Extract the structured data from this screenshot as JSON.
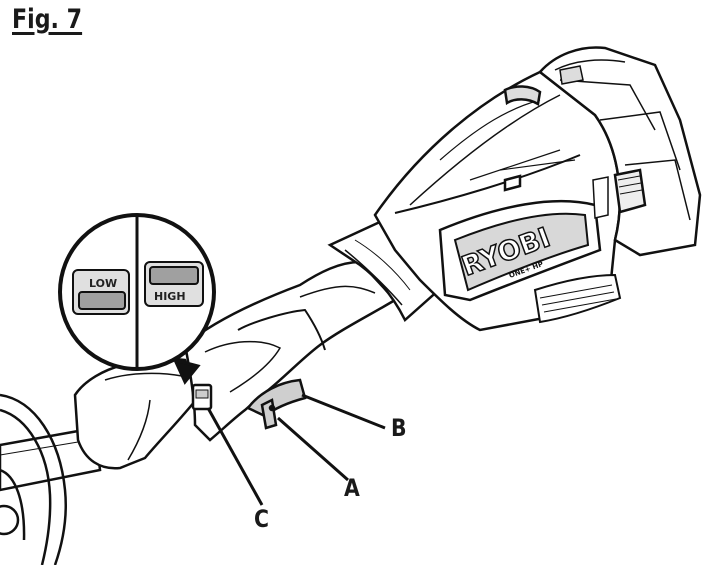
{
  "figure": {
    "title": "Fig. 7"
  },
  "inset": {
    "switch_low_label": "LOW",
    "switch_high_label": "HIGH"
  },
  "tool": {
    "brand": "RYOBI",
    "tagline": "ONE+ HP"
  },
  "callouts": {
    "a": "A",
    "b": "B",
    "c": "C"
  },
  "colors": {
    "ink": "#111111",
    "shade": "#e9e9e9",
    "paper": "#ffffff"
  }
}
